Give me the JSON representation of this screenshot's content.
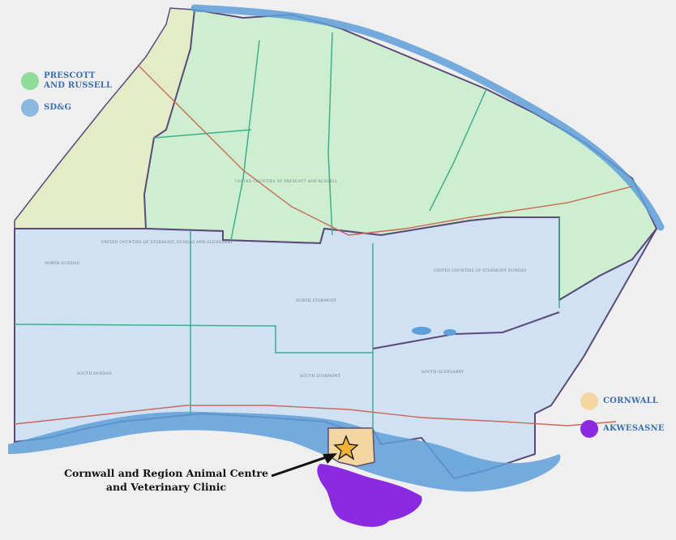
{
  "legend_top": [
    {
      "label_line1": "PRESCOTT",
      "label_line2": "AND RUSSELL",
      "color": "#8fdc9a",
      "text_color": "#3a6fb0"
    },
    {
      "label_line1": "SD&G",
      "label_line2": "",
      "color": "#8ab8de",
      "text_color": "#3a6fb0"
    }
  ],
  "legend_bottom": [
    {
      "label": "CORNWALL",
      "color": "#f3d7a0",
      "text_color": "#3a6fb0"
    },
    {
      "label": "AKWESASNE",
      "color": "#8a2be2",
      "text_color": "#3a6fb0"
    }
  ],
  "callout": {
    "line1": "Cornwall and Region Animal Centre",
    "line2": "and Veterinary Clinic"
  },
  "map_labels": {
    "sdg_counties": "UNITED COUNTIES OF STORMONT, DUNDAS AND GLENGARRY",
    "north_dundas": "NORTH DUNDAS",
    "north_stormont": "NORTH STORMONT",
    "north_glengarry": "UNITED COUNTIES OF STORMONT DUNDAS",
    "south_dundas": "SOUTH DUNDAS",
    "south_stormont": "SOUTH STORMONT",
    "south_glengarry": "SOUTH GLENGARRY",
    "pr_counties": "UNITED COUNTIES OF PRESCOTT AND RUSSELL"
  },
  "colors": {
    "prescott_russell": "#cdefcf",
    "sdg": "#cfe1f2",
    "west_region": "#e3ecc7",
    "water": "#5f9fd8",
    "border": "#5a4a7a",
    "township_line": "#3fae8f",
    "road": "#c9695a",
    "cornwall": "#f3d7a0",
    "akwesasne": "#8a2be2",
    "star": "#f2b233"
  }
}
